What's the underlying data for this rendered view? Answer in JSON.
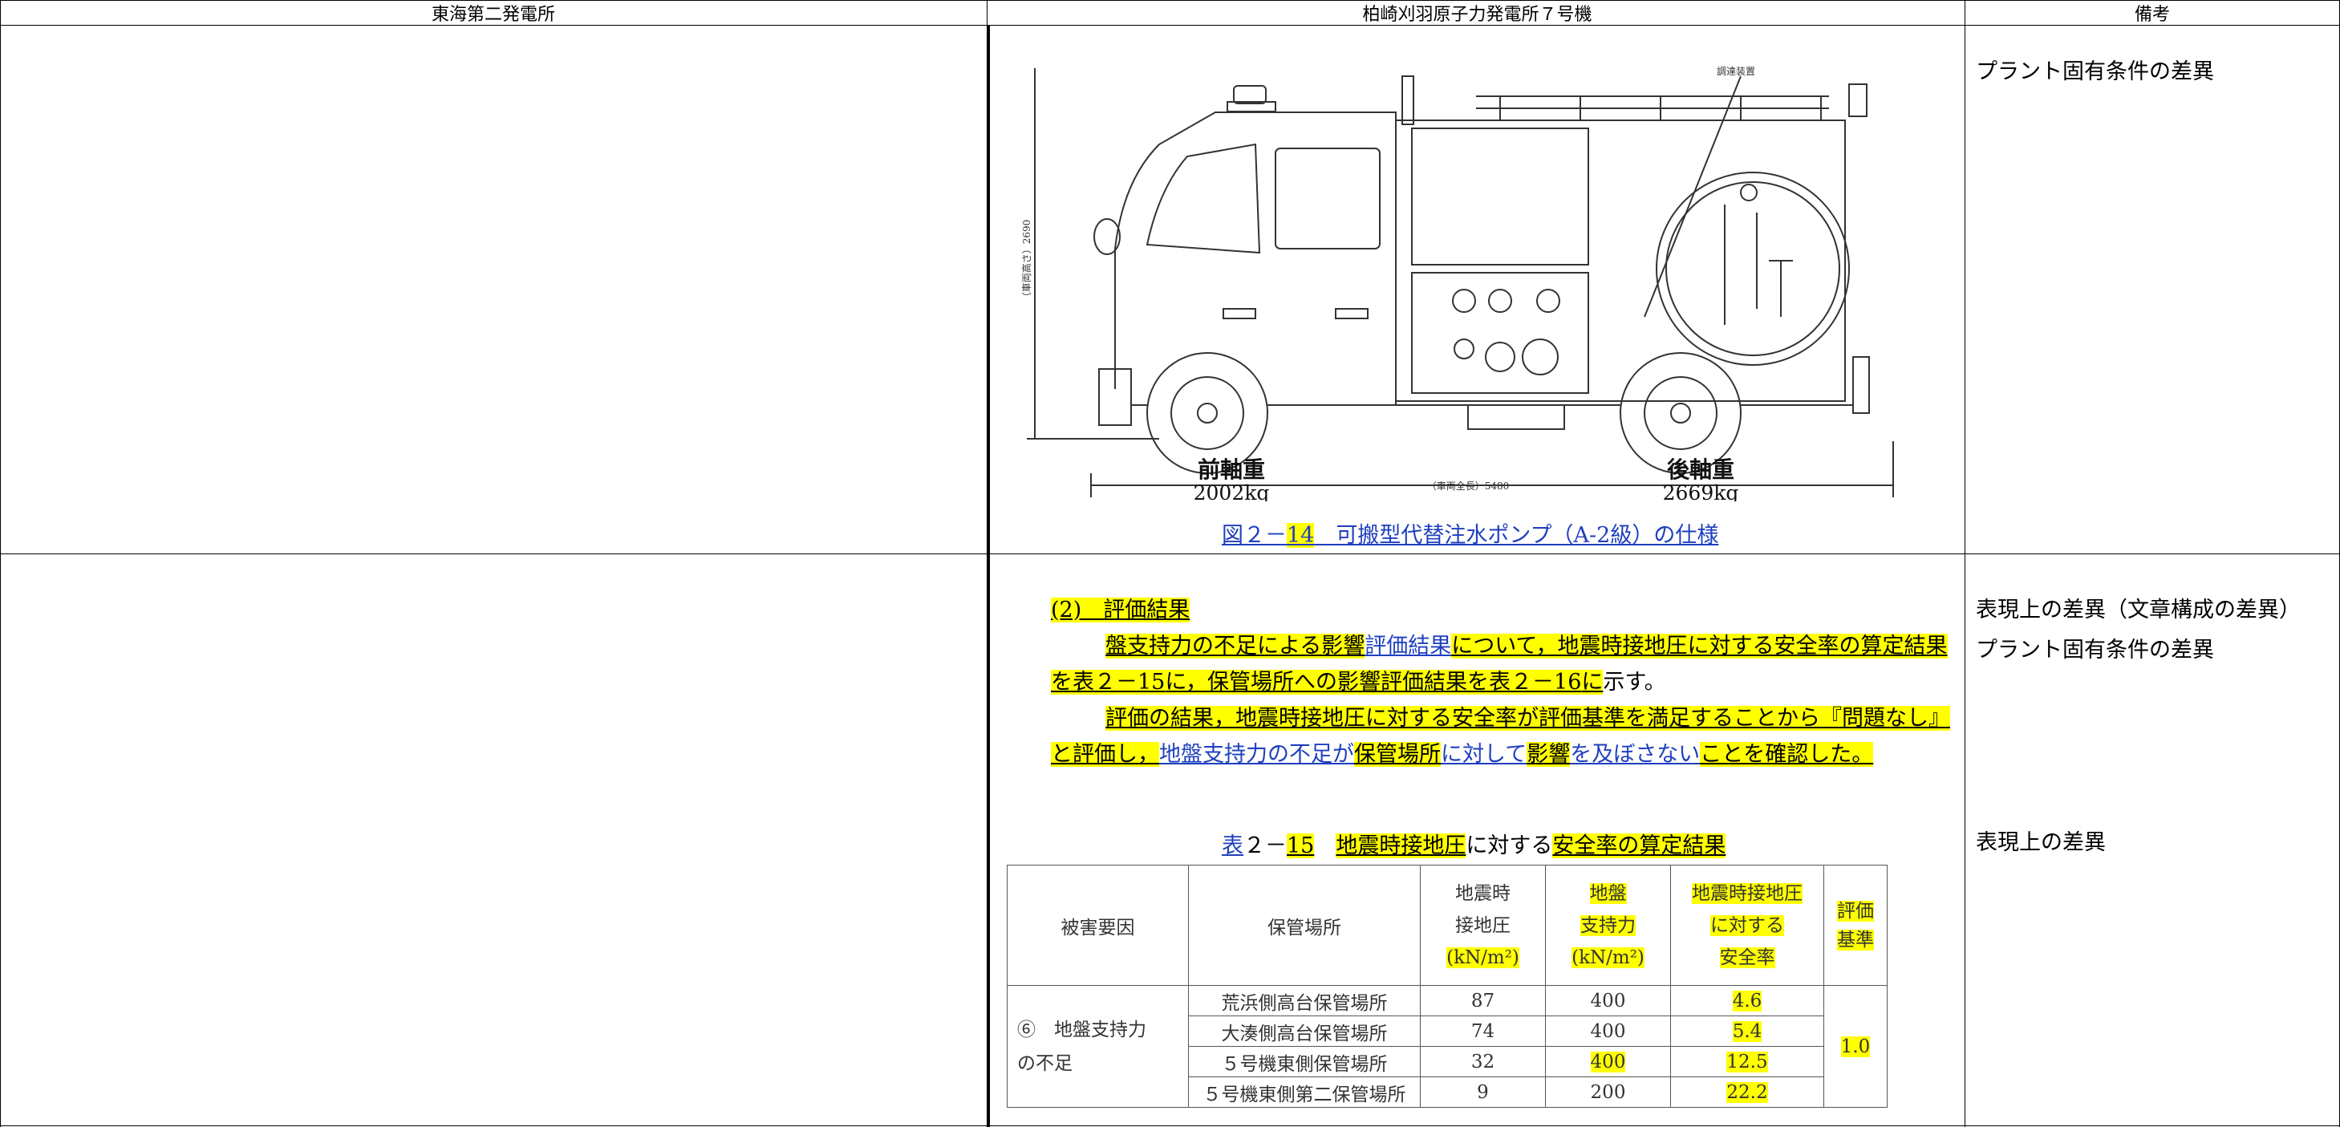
{
  "header": {
    "col1": "東海第二発電所",
    "col2": "柏崎刈羽原子力発電所７号機",
    "col3": "備考"
  },
  "figure": {
    "label_callout": "調達装置",
    "vertical_dim": "（車両高さ）2690",
    "total_length": "（車両全長）5480",
    "front_axle_label": "前軸重",
    "front_axle_weight": "2002kg",
    "rear_axle_label": "後軸重",
    "rear_axle_weight": "2669kg",
    "caption": {
      "pre": "図２－",
      "num": "14",
      "post": "　可搬型代替注水ポンプ（A-2級）の仕様"
    }
  },
  "remarks": {
    "r1": "プラント固有条件の差異",
    "r2a": "表現上の差異（文章構成の差異）",
    "r2b": "プラント固有条件の差異",
    "r3": "表現上の差異"
  },
  "section": {
    "heading": "(2)　評価結果",
    "p1_a": "盤支持力の不足による影響",
    "p1_b": "評価結果",
    "p1_c": "について，地震時接地圧に対する安全率の算定結",
    "p1_d": "果を表２－",
    "p1_e": "15",
    "p1_f": "に，保管場所への影響評価結果を表２－",
    "p1_g": "16",
    "p1_h": "に",
    "p1_i": "示す。",
    "p2_a": "評価の結果，地震時接地圧に対する安全率が評価基準を満足することから『問題なし』",
    "p2_b": "と評価し，",
    "p2_c": "地盤支持力の不足が",
    "p2_d": "保管場所",
    "p2_e": "に対して",
    "p2_f": "影響",
    "p2_g": "を及ぼさない",
    "p2_h": "ことを確認した。"
  },
  "table_caption": {
    "pre": "表",
    "mid": "２－",
    "num": "15",
    "sp": "　",
    "a": "地震時接地圧",
    "b": "に対する",
    "c": "安全率の算定結果"
  },
  "table": {
    "headers": {
      "h1": "被害要因",
      "h2": "保管場所",
      "h3a": "地震時",
      "h3b": "接地圧",
      "h3c": "(kN/m²)",
      "h4a": "地盤",
      "h4b": "支持力",
      "h4c": "(kN/m²)",
      "h5a": "地震時接地圧",
      "h5b": "に対する",
      "h5c": "安全率",
      "h6a": "評価",
      "h6b": "基準"
    },
    "factor_a": "⑥　地盤支持力",
    "factor_b": "の不足",
    "criterion": "1.0",
    "rows": [
      {
        "place": "荒浜側高台保管場所",
        "pressure": "87",
        "capacity": "400",
        "ratio": "4.6"
      },
      {
        "place": "大湊側高台保管場所",
        "pressure": "74",
        "capacity": "400",
        "ratio": "5.4"
      },
      {
        "place": "５号機東側保管場所",
        "pressure": "32",
        "capacity": "400",
        "ratio": "12.5"
      },
      {
        "place": "５号機東側第二保管場所",
        "pressure": "9",
        "capacity": "200",
        "ratio": "22.2"
      }
    ]
  }
}
